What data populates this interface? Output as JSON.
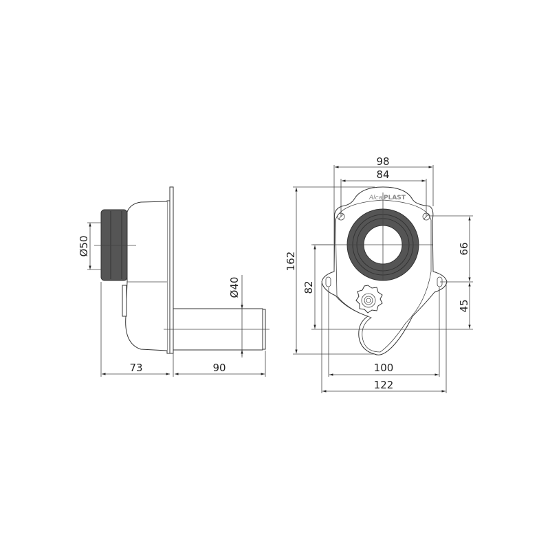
{
  "side_view": {
    "dimensions": {
      "inlet_diameter": "Ø50",
      "outlet_diameter": "Ø40",
      "depth": "73",
      "outlet_length": "90"
    }
  },
  "front_view": {
    "brand": {
      "part1": "Alca",
      "part2": "PLAST"
    },
    "dimensions": {
      "outer_top_width": "98",
      "inner_top_width": "84",
      "total_height": "162",
      "center_to_bottom": "82",
      "upper_mount_spacing": "66",
      "lower_mount_spacing": "45",
      "mount_hole_width": "100",
      "total_width": "122"
    }
  },
  "colors": {
    "line": "#333333",
    "gasket": "#555555",
    "background": "#ffffff"
  }
}
